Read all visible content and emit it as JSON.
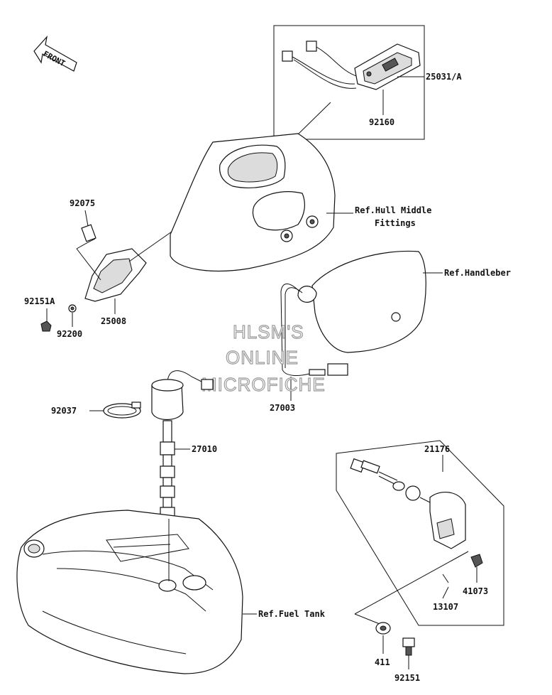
{
  "front_arrow": {
    "label": "FRONT"
  },
  "watermark": {
    "lines": [
      "HLSM'S",
      "ONLINE",
      "MICROFICHE"
    ]
  },
  "parts": {
    "p25031": "25031/A",
    "p92160": "92160",
    "p92075": "92075",
    "p92151A": "92151A",
    "p92200": "92200",
    "p25008": "25008",
    "p92037": "92037",
    "p27010": "27010",
    "p27003": "27003",
    "p21176": "21176",
    "p41073": "41073",
    "p13107": "13107",
    "p411": "411",
    "p92151": "92151"
  },
  "refs": {
    "hull_line1": "Ref.Hull Middle",
    "hull_line2": "Fittings",
    "handlebar": "Ref.Handleber",
    "fuel_tank": "Ref.Fuel Tank"
  }
}
